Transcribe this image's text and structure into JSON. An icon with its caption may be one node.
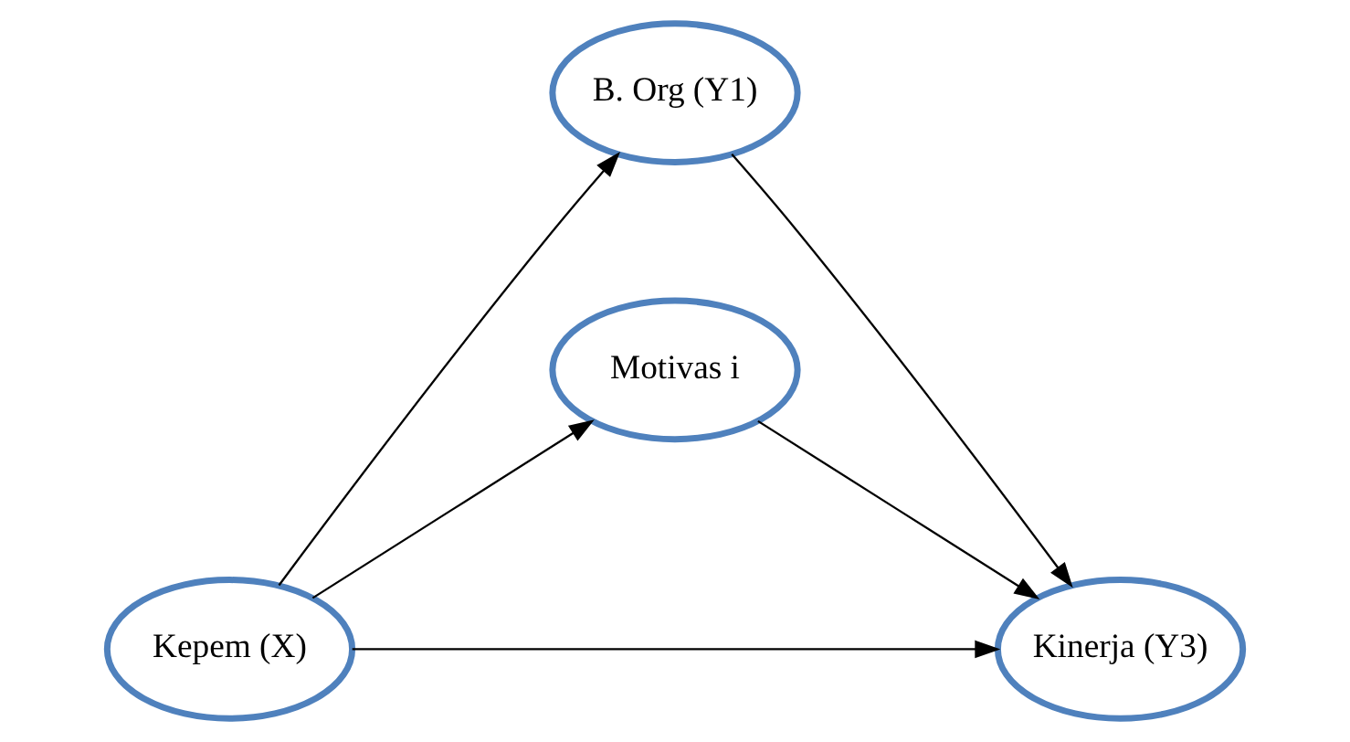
{
  "diagram": {
    "nodes": [
      {
        "text": [
          "Kepem (X)"
        ]
      },
      {
        "text": [
          "B. Org (Y1)"
        ]
      },
      {
        "text": [
          "Motivas i"
        ]
      },
      {
        "text": [
          "Kinerja (Y3)"
        ]
      }
    ],
    "edges": [
      {
        "from": 0,
        "to": 1,
        "arrow": "to"
      },
      {
        "from": 0,
        "to": 3,
        "arrow": "to"
      },
      {
        "from": 0,
        "to": 2,
        "arrow": "to"
      },
      {
        "from": 1,
        "to": 3,
        "arrow": "to"
      },
      {
        "from": 2,
        "to": 3,
        "arrow": "to"
      }
    ]
  }
}
